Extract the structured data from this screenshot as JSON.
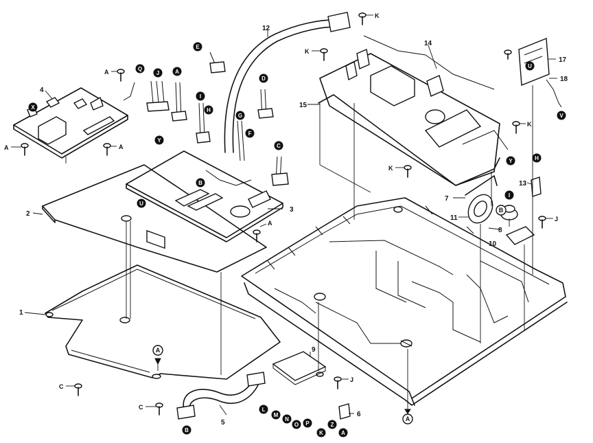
{
  "part_numbers": {
    "p1": "1",
    "p2": "2",
    "p3": "3",
    "p4": "4",
    "p5": "5",
    "p6": "6",
    "p7": "7",
    "p8": "8",
    "p9": "9",
    "p10": "10",
    "p11": "11",
    "p12": "12",
    "p13": "13",
    "p14": "14",
    "p15": "15",
    "p17": "17",
    "p18": "18"
  },
  "screw_letters": {
    "a1": "A",
    "a2": "A",
    "a3": "A",
    "a4": "A",
    "k1": "K",
    "k2": "K",
    "k3": "K",
    "k4": "K",
    "c1": "C",
    "c2": "C",
    "j1": "J",
    "j2": "J"
  },
  "connector_letters": {
    "e": "E",
    "j": "J",
    "a_top": "A",
    "q": "Q",
    "i": "I",
    "h": "H",
    "d": "D",
    "g": "G",
    "f": "F",
    "c": "C",
    "y1": "Y",
    "b_top": "B",
    "u1": "U",
    "x": "X",
    "a_mid": "A",
    "u2": "U",
    "v": "V",
    "y2": "Y",
    "h2": "H",
    "i2": "I",
    "b_right": "B",
    "b_bottom": "B",
    "l": "L",
    "m": "M",
    "n": "N",
    "o": "O",
    "p": "P",
    "k": "K",
    "z": "Z",
    "a_bot": "A",
    "a_chassis": "A"
  }
}
